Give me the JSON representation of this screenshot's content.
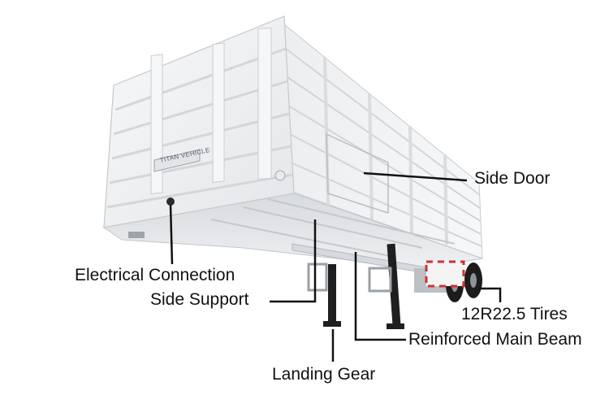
{
  "image": {
    "subject": "white-semi-trailer-with-side-walls",
    "background_color": "#ffffff",
    "trailer_color": "#f2f3f4",
    "shadow_color": "#c9ccd0",
    "callout_line_color": "#111111",
    "brand_plate": "TITAN VEHICLE"
  },
  "callouts": {
    "side_door": "Side Door",
    "electrical_connection": "Electrical Connection",
    "side_support": "Side Support",
    "tires": "12R22.5 Tires",
    "reinforced_main_beam": "Reinforced Main Beam",
    "landing_gear": "Landing Gear"
  }
}
